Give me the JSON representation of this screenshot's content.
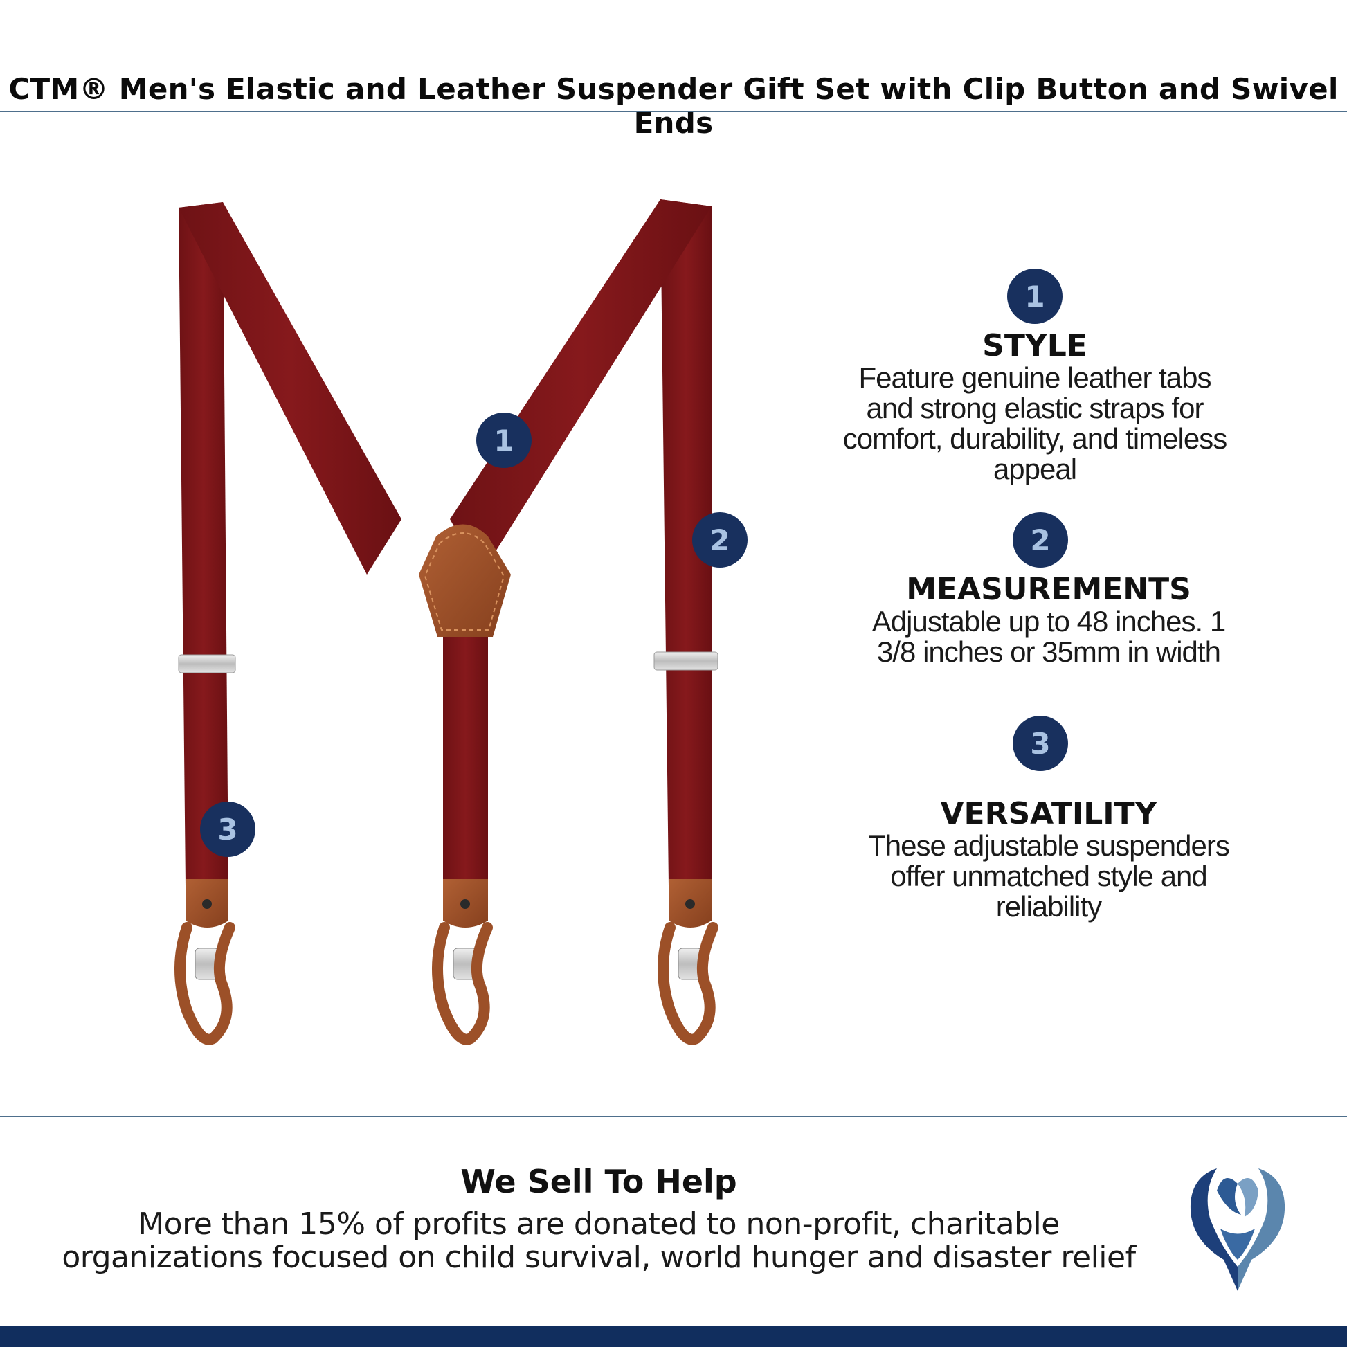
{
  "header": {
    "title": "CTM® Men's Elastic and Leather Suspender Gift Set with Clip Button and Swivel Ends"
  },
  "callouts": [
    "1",
    "2",
    "3"
  ],
  "features": [
    {
      "number": "1",
      "title": "STYLE",
      "lines": [
        "Feature genuine leather tabs",
        "and strong elastic straps for",
        "comfort, durability, and timeless",
        "appeal"
      ]
    },
    {
      "number": "2",
      "title": "MEASUREMENTS",
      "lines": [
        "Adjustable up to 48 inches. 1",
        "3/8 inches or 35mm in width"
      ]
    },
    {
      "number": "3",
      "title": "VERSATILITY",
      "lines": [
        "These adjustable suspenders",
        "offer unmatched style and",
        "reliability"
      ]
    }
  ],
  "footer": {
    "title": "We Sell To Help",
    "lines": [
      "More than 15% of profits are donated to non-profit, charitable",
      "organizations focused on child survival, world hunger and disaster relief"
    ]
  },
  "colors": {
    "badge": "#18305e",
    "badge_text": "#a9c2e2",
    "strap": "#7e1619",
    "leather": "#9c5028",
    "accent_bar": "#112e5e",
    "rule": "#4e6f8c"
  },
  "icons": [
    "charity-heart-logo"
  ]
}
